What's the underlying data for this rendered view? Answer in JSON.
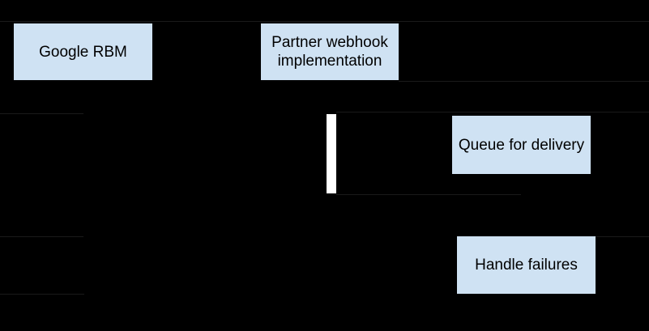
{
  "diagram": {
    "type": "sequence-diagram",
    "colors": {
      "background": "#000000",
      "node_fill": "#cfe2f3",
      "node_text": "#000000",
      "activation_bar": "#ffffff",
      "faint_line": "#1a1a1a"
    },
    "nodes": {
      "google_rbm": {
        "label": "Google RBM"
      },
      "partner_webhook": {
        "label": "Partner webhook implementation"
      },
      "queue_for_delivery": {
        "label": "Queue for delivery"
      },
      "handle_failures": {
        "label": "Handle failures"
      }
    },
    "elements": {
      "activation_bar": "lifeline-activation-bar"
    }
  }
}
